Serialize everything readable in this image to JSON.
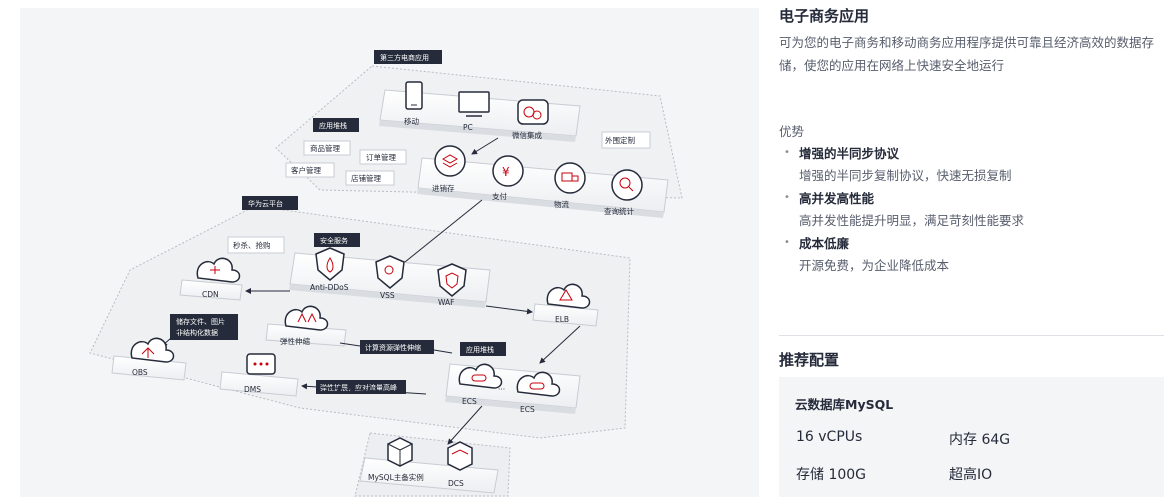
{
  "diagram": {
    "third_party_app_tag": "第三方电商应用",
    "devices": {
      "mobile": "移动",
      "pc": "PC",
      "wechat": "微信集成"
    },
    "external_custom": "外围定制",
    "app_stack_tag": "应用堆栈",
    "modules": {
      "product_mgmt": "商品管理",
      "order_mgmt": "订单管理",
      "customer_mgmt": "客户管理",
      "store_mgmt": "店铺管理"
    },
    "services": {
      "inventory": "进销存",
      "payment": "支付",
      "logistics": "物流",
      "query_stats": "查询统计"
    },
    "huawei_cloud_tag": "华为云平台",
    "flash_sale": "秒杀、抢购",
    "security_tag": "安全服务",
    "security": {
      "anti_ddos": "Anti-DDoS",
      "vss": "VSS",
      "waf": "WAF"
    },
    "cdn": "CDN",
    "elb": "ELB",
    "storage_note_line1": "储存文件、图片",
    "storage_note_line2": "非结构化数据",
    "obs": "OBS",
    "elastic_scaling": "弹性伸缩",
    "compute_note": "计算资源弹性伸缩",
    "app_stack_tag2": "应用堆栈",
    "dms": "DMS",
    "expand_note": "弹性扩展，应对流量高峰",
    "ecs_left": "ECS",
    "ecs_dots": "···",
    "ecs_right": "ECS",
    "mysql": "MySQL主备实例",
    "dcs": "DCS"
  },
  "info": {
    "title": "电子商务应用",
    "description": "可为您的电子商务和移动商务应用程序提供可靠且经济高效的数据存储，使您的应用在网络上快速安全地运行",
    "advantages_heading": "优势",
    "advantages": [
      {
        "title": "增强的半同步协议",
        "desc": "增强的半同步复制协议，快速无损复制"
      },
      {
        "title": "高并发高性能",
        "desc": "高并发性能提升明显，满足苛刻性能要求"
      },
      {
        "title": "成本低廉",
        "desc": "开源免费，为企业降低成本"
      }
    ],
    "bullet": "•"
  },
  "recommended": {
    "title": "推荐配置",
    "config_name": "云数据库MySQL",
    "specs": {
      "cpu": "16 vCPUs",
      "memory": "内存 64G",
      "storage": "存储 100G",
      "io": "超高IO"
    }
  },
  "colors": {
    "accent": "#c7000b",
    "tag_bg": "#252b3a",
    "text_dark": "#252b3a",
    "text_muted": "#575d6c"
  }
}
